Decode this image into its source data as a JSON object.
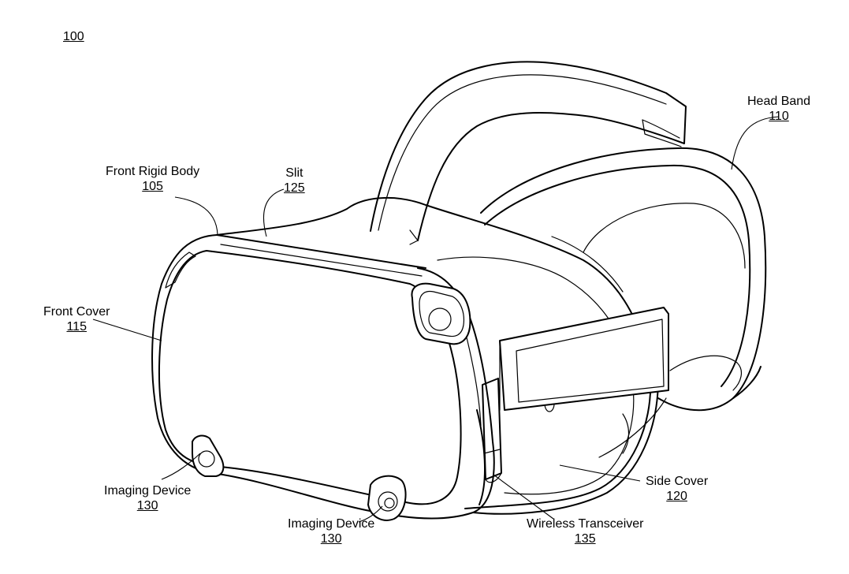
{
  "figure_number": "100",
  "labels": {
    "head_band": {
      "name": "Head Band",
      "number": "110"
    },
    "front_rigid_body": {
      "name": "Front Rigid Body",
      "number": "105"
    },
    "slit": {
      "name": "Slit",
      "number": "125"
    },
    "front_cover": {
      "name": "Front Cover",
      "number": "115"
    },
    "imaging_device_left": {
      "name": "Imaging Device",
      "number": "130"
    },
    "imaging_device_bottom": {
      "name": "Imaging Device",
      "number": "130"
    },
    "side_cover": {
      "name": "Side Cover",
      "number": "120"
    },
    "wireless_transceiver": {
      "name": "Wireless Transceiver",
      "number": "135"
    }
  },
  "colors": {
    "line": "#000000",
    "background": "#ffffff"
  }
}
